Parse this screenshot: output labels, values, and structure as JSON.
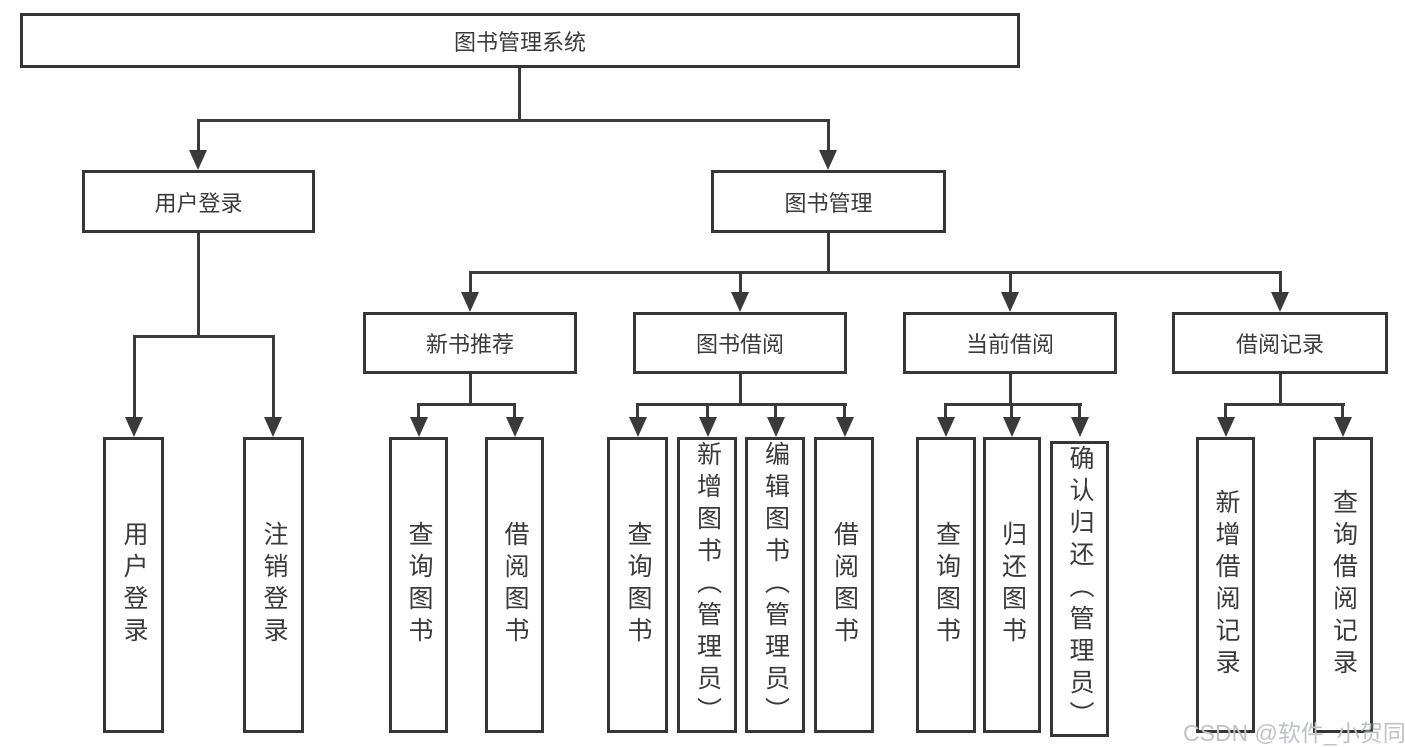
{
  "diagram": {
    "root": "图书管理系统",
    "branches": {
      "user_login": {
        "label": "用户登录",
        "children": [
          "用户登录",
          "注销登录"
        ]
      },
      "book_management": {
        "label": "图书管理",
        "sections": [
          {
            "label": "新书推荐",
            "children": [
              "查询图书",
              "借阅图书"
            ]
          },
          {
            "label": "图书借阅",
            "children": [
              "查询图书",
              "新增图书（管理员）",
              "编辑图书（管理员）",
              "借阅图书"
            ]
          },
          {
            "label": "当前借阅",
            "children": [
              "查询图书",
              "归还图书",
              "确认归还（管理员）"
            ]
          },
          {
            "label": "借阅记录",
            "children": [
              "新增借阅记录",
              "查询借阅记录"
            ]
          }
        ]
      }
    },
    "line_color": "#3a3a3a"
  },
  "watermark": "CSDN @软件_小贺同学"
}
